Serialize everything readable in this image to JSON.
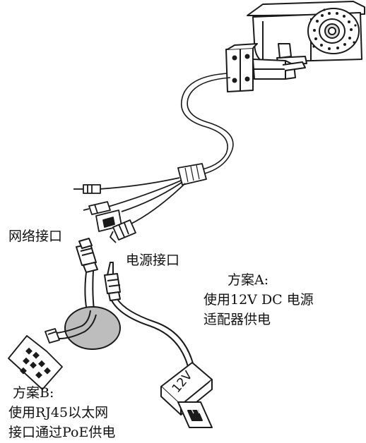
{
  "labels": {
    "network_port": "网络接口",
    "power_port": "电源接口",
    "plan_a": {
      "title": "方案A:",
      "line1": "使用12V DC 电源",
      "line2": "适配器供电"
    },
    "plan_b": {
      "title": "方案B:",
      "line1": "使用RJ45以太网",
      "line2": "接口通过PoE供电"
    },
    "adapter_marking": "12V"
  },
  "colors": {
    "line": "#1a1a1a",
    "hub_gray": "#bdbdbd",
    "background": "#ffffff"
  }
}
